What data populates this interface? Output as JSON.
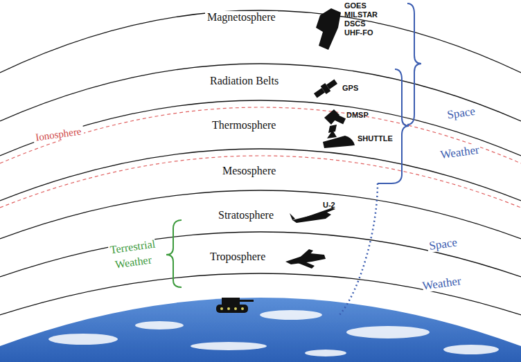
{
  "diagram": {
    "labels": [
      "Magnetosphere",
      "GOES",
      "MILSTAR",
      "DSCS",
      "UHF-FO",
      "Radiation Belts",
      "GPS",
      "DMSP",
      "Thermosphere",
      "SHUTTLE",
      "Ionosphere",
      "Space Weather",
      "Mesosphere",
      "Stratosphere",
      "U-2",
      "Terrestrial Weather",
      "Troposphere",
      "Space Weather"
    ]
  }
}
